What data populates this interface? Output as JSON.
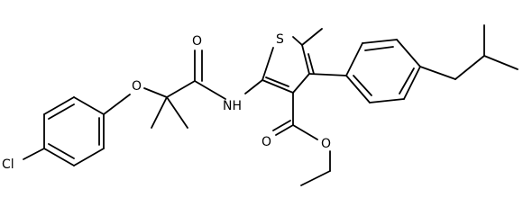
{
  "molecule": {
    "atoms": {
      "cl": "Cl",
      "o_ether": "O",
      "o_amide": "O",
      "nh": "NH",
      "s": "S",
      "o_ester_carbonyl": "O",
      "o_ester": "O"
    }
  }
}
